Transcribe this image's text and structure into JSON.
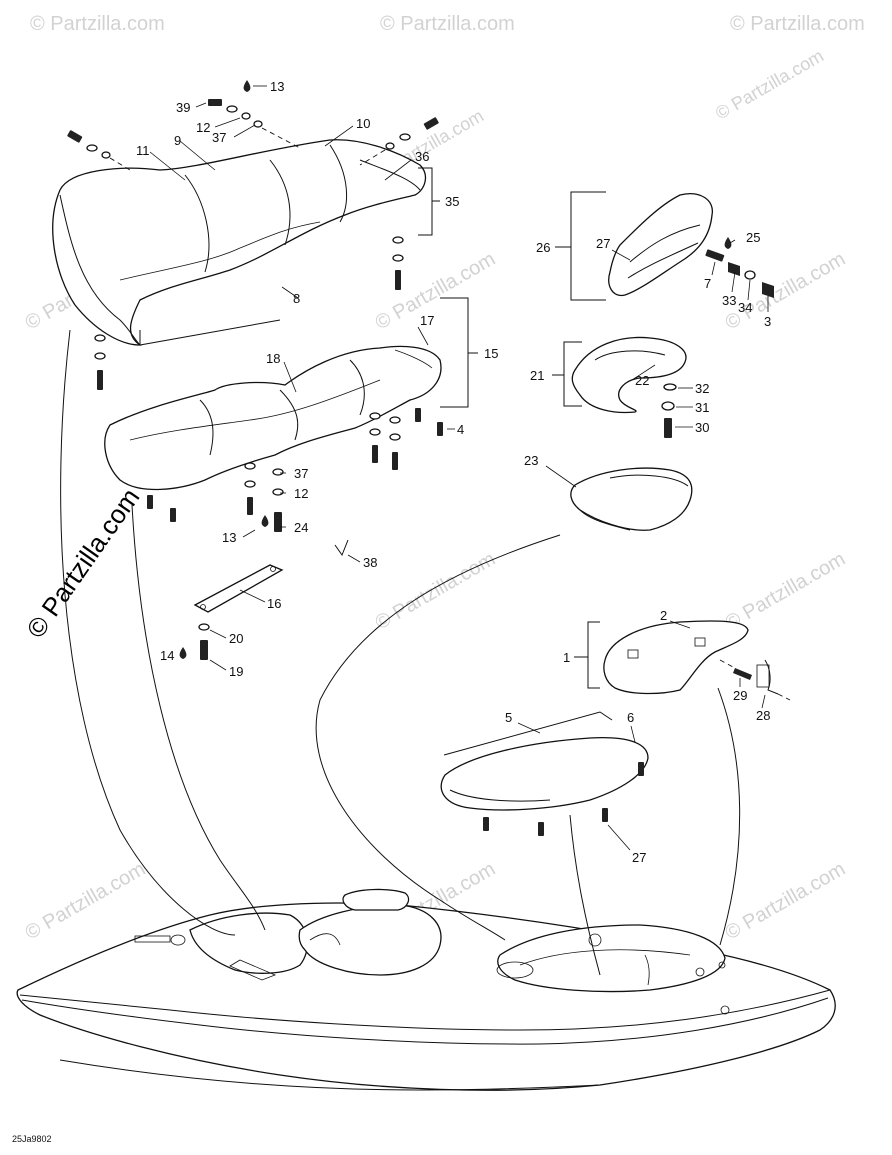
{
  "watermark": {
    "text": "© Partzilla.com",
    "large_text": "© Partzilla.com"
  },
  "figure_code": "25Ja9802",
  "callouts": [
    "1",
    "2",
    "3",
    "4",
    "5",
    "6",
    "7",
    "8",
    "9",
    "10",
    "11",
    "12",
    "12",
    "13",
    "13",
    "13",
    "14",
    "15",
    "16",
    "17",
    "18",
    "19",
    "20",
    "21",
    "22",
    "23",
    "24",
    "25",
    "26",
    "27",
    "28",
    "29",
    "30",
    "31",
    "32",
    "33",
    "34",
    "35",
    "36",
    "37",
    "37",
    "38",
    "39"
  ]
}
